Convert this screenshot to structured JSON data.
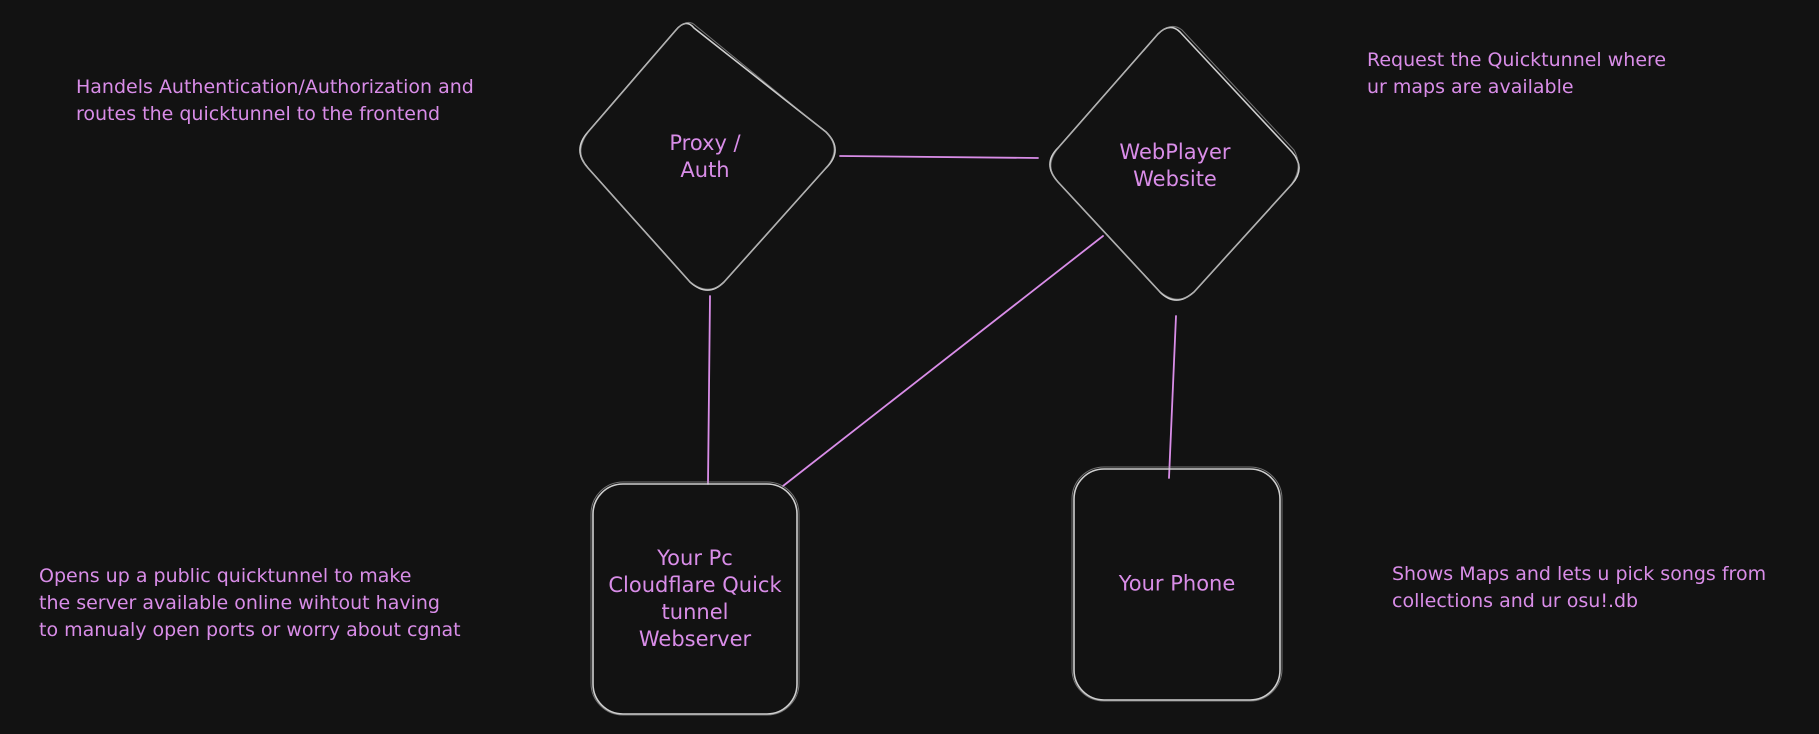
{
  "nodes": {
    "proxy_auth": {
      "label": "Proxy /\nAuth",
      "shape": "diamond"
    },
    "webplayer": {
      "label": "WebPlayer\nWebsite",
      "shape": "diamond"
    },
    "your_pc": {
      "label": "Your Pc\nCloudflare Quick\ntunnel\nWebserver",
      "shape": "rounded-rectangle"
    },
    "your_phone": {
      "label": "Your Phone",
      "shape": "rounded-rectangle"
    }
  },
  "edges": [
    {
      "from": "proxy_auth",
      "to": "webplayer"
    },
    {
      "from": "proxy_auth",
      "to": "your_pc"
    },
    {
      "from": "webplayer",
      "to": "your_pc"
    },
    {
      "from": "webplayer",
      "to": "your_phone"
    }
  ],
  "notes": {
    "proxy_note": "Handels Authentication/Authorization and\nroutes the quicktunnel to the frontend",
    "webplayer_note": "Request the Quicktunnel where\nur maps are available",
    "pc_note": "Opens up a public quicktunnel to make\nthe server available online wihtout having\nto manualy open ports or worry about cgnat",
    "phone_note": "Shows Maps and lets u pick songs from\ncollections and ur osu!.db"
  },
  "colors": {
    "background": "#121212",
    "node_stroke": "#cfcfcf",
    "accent": "#d98de8"
  }
}
